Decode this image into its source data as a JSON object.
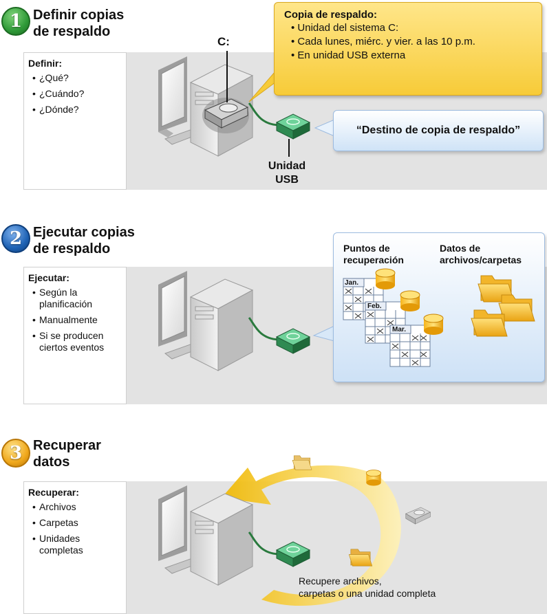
{
  "colors": {
    "step1": "#2f9a38",
    "step2": "#1f63b5",
    "step3": "#f0a81c",
    "device_green": "#2f8a52",
    "callout_yellow": "#f7cb38",
    "callout_blue": "#cfe3f7",
    "panel_gray": "#e3e3e3"
  },
  "step1": {
    "number": "1",
    "title_line1": "Definir copias",
    "title_line2": "de respaldo",
    "panel_heading": "Definir:",
    "items": [
      "¿Qué?",
      "¿Cuándo?",
      "¿Dónde?"
    ],
    "drive_label": "C:",
    "usb_label_line1": "Unidad",
    "usb_label_line2": "USB",
    "callout_title": "Copia de respaldo:",
    "callout_items": [
      "• Unidad del sistema C:",
      "• Cada lunes, miérc. y vier. a las 10 p.m.",
      "• En unidad USB externa"
    ],
    "destination_text": "“Destino de copia de respaldo”"
  },
  "step2": {
    "number": "2",
    "title_line1": "Ejecutar copias",
    "title_line2": "de respaldo",
    "panel_heading": "Ejecutar:",
    "items": [
      "Según la",
      "planificación",
      "Manualmente",
      "Si se producen",
      "ciertos eventos"
    ],
    "recovery_points_line1": "Puntos de",
    "recovery_points_line2": "recuperación",
    "file_data_line1": "Datos de",
    "file_data_line2": "archivos/carpetas",
    "calendar_months": [
      "Jan.",
      "Feb.",
      "Mar."
    ]
  },
  "step3": {
    "number": "3",
    "title_line1": "Recuperar",
    "title_line2": "datos",
    "panel_heading": "Recuperar:",
    "items": [
      "Archivos",
      "Carpetas",
      "Unidades",
      "completas"
    ],
    "restore_text_line1": "Recupere archivos,",
    "restore_text_line2": "carpetas o una unidad completa"
  },
  "icons": [
    "computer-icon",
    "hard-drive-icon",
    "usb-drive-icon",
    "coins-icon",
    "folder-icon",
    "calendar-icon",
    "restore-arrow-icon"
  ]
}
